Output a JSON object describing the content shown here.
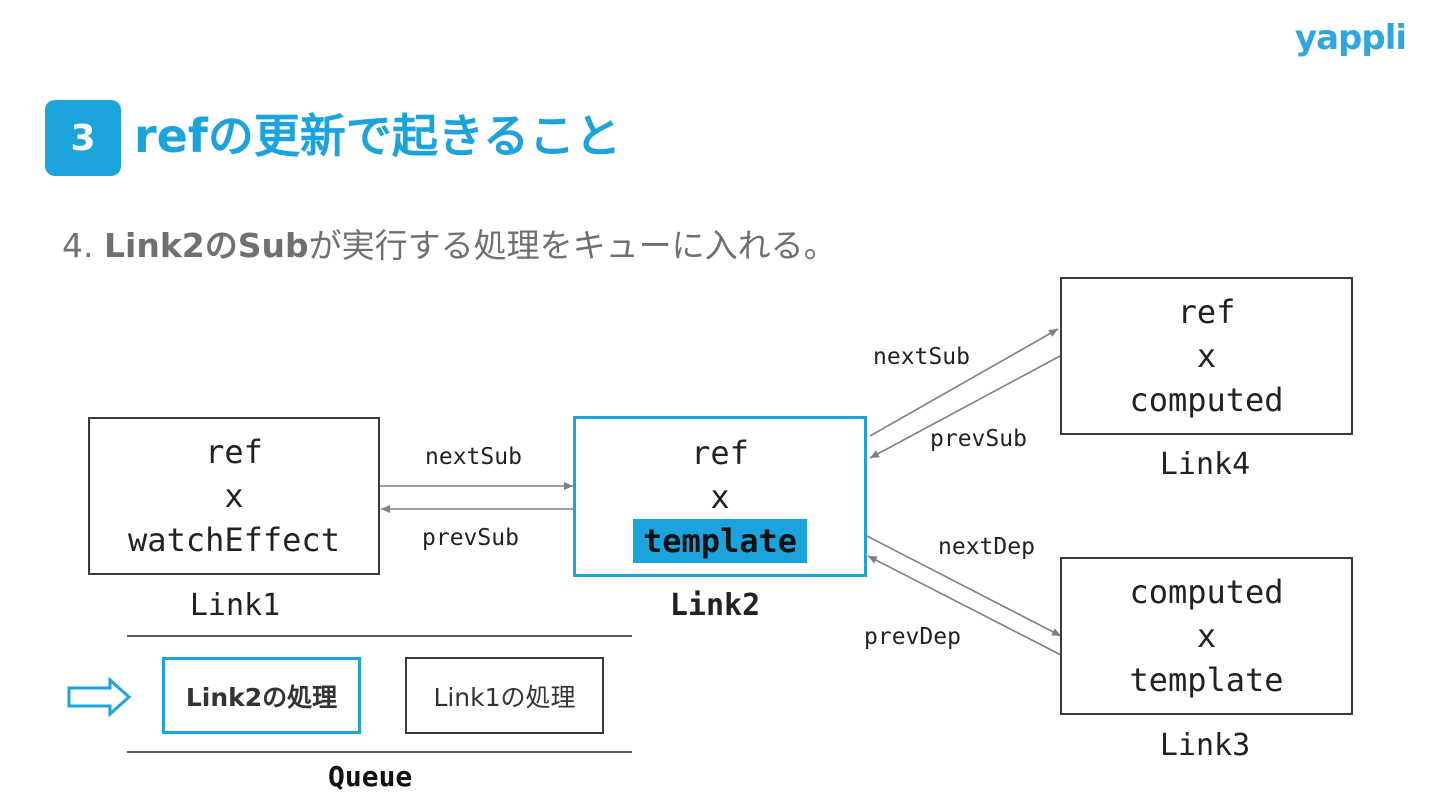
{
  "logo": "yappli",
  "header": {
    "number": "3",
    "title": "refの更新で起きること"
  },
  "subtitle": {
    "prefix": "4. ",
    "bold": "Link2のSub",
    "rest": "が実行する処理をキューに入れる。"
  },
  "nodes": {
    "link1": {
      "lines": [
        "ref",
        "x",
        "watchEffect"
      ],
      "label": "Link1"
    },
    "link2": {
      "lines": [
        "ref",
        "x"
      ],
      "highlight": "template",
      "label": "Link2"
    },
    "link4": {
      "lines": [
        "ref",
        "x",
        "computed"
      ],
      "label": "Link4"
    },
    "link3": {
      "lines": [
        "computed",
        "x",
        "template"
      ],
      "label": "Link3"
    }
  },
  "edges": {
    "l1_l2_next": "nextSub",
    "l2_l1_prev": "prevSub",
    "l2_l4_next": "nextSub",
    "l4_l2_prev": "prevSub",
    "l2_l3_next": "nextDep",
    "l3_l2_prev": "prevDep"
  },
  "queue": {
    "label": "Queue",
    "items": [
      "Link2の処理",
      "Link1の処理"
    ]
  },
  "colors": {
    "accent": "#1aa3dc",
    "text_gray": "#707070",
    "arrow_gray": "#7f7f7f"
  }
}
